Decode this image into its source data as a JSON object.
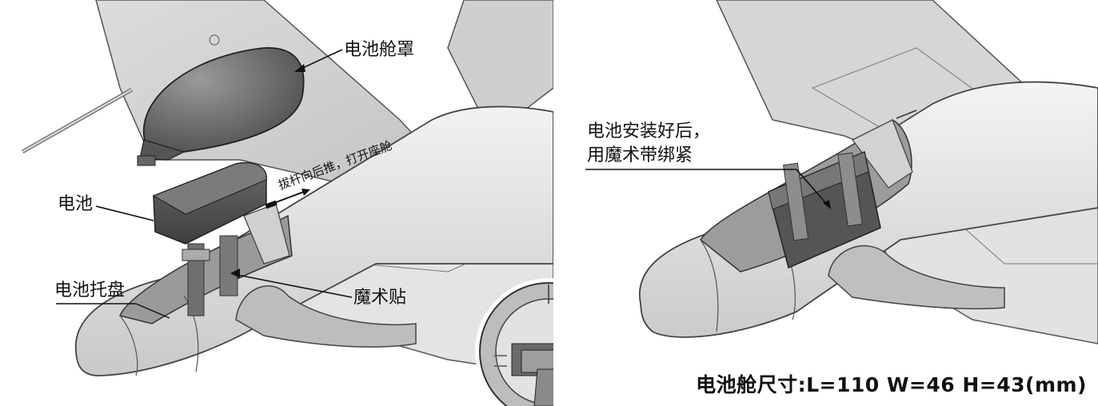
{
  "left_panel": {
    "labels": {
      "canopy_cover": "电池舱罩",
      "battery": "电池",
      "push_hint": "拔杆向后推，打开座舱",
      "battery_tray": "电池托盘",
      "velcro": "魔术贴"
    }
  },
  "right_panel": {
    "install_note_line1": "电池安装好后，",
    "install_note_line2": "用魔术带绑紧",
    "dimensions": "电池舱尺寸:L=110 W=46 H=43(mm)"
  }
}
